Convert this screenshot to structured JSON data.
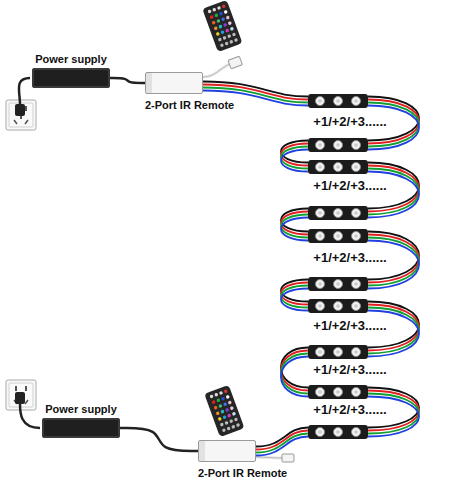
{
  "diagram": {
    "nodes": [
      {
        "text": [
          "Power supply"
        ]
      },
      {
        "text": [
          "2-Port IR Remote"
        ]
      },
      {
        "text": [
          "Power supply"
        ]
      },
      {
        "text": [
          "2-Port IR Remote"
        ]
      }
    ],
    "edges": [
      {
        "from": 0,
        "to": 1,
        "arrow": "none"
      },
      {
        "from": 2,
        "to": 3,
        "arrow": "none"
      }
    ],
    "labels": [
      "+1/+2/+3......",
      "+1/+2/+3......",
      "+1/+2/+3......",
      "+1/+2/+3......",
      "+1/+2/+3......",
      "+1/+2/+3......"
    ]
  }
}
